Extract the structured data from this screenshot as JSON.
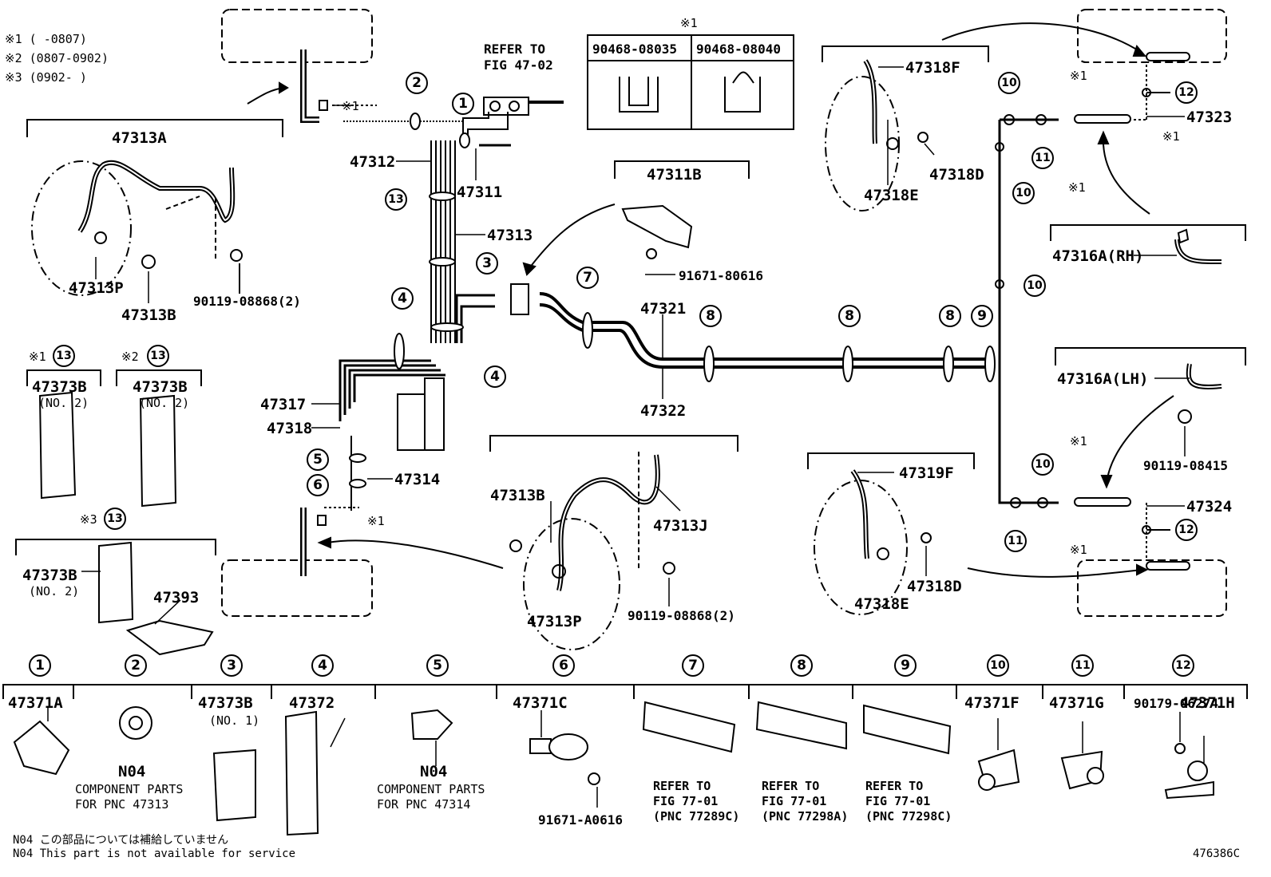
{
  "legend": {
    "note1": "※1 (      -0807)",
    "note2": "※2 (0807-0902)",
    "note3": "※3 (0902-      )"
  },
  "refer_fig": {
    "line1": "REFER TO",
    "line2": "FIG 47-02"
  },
  "clip_table": {
    "header_mark": "※1",
    "col1": "90468-08035",
    "col2": "90468-08040"
  },
  "parts": {
    "p47313A": "47313A",
    "p47313P_a": "47313P",
    "p47313B_a": "47313B",
    "p90119_a": "90119-08868(2)",
    "p47312": "47312",
    "p47311": "47311",
    "p47313": "47313",
    "p47311B": "47311B",
    "p91671_80616": "91671-80616",
    "p47321": "47321",
    "p47322": "47322",
    "p47317": "47317",
    "p47318": "47318",
    "p47314": "47314",
    "p47313B_b": "47313B",
    "p47313J": "47313J",
    "p47313P_b": "47313P",
    "p90119_b": "90119-08868(2)",
    "p47318F": "47318F",
    "p47318D_a": "47318D",
    "p47318E_a": "47318E",
    "p47323": "47323",
    "p47316A_RH": "47316A(RH)",
    "p47316A_LH": "47316A(LH)",
    "p90119_08415": "90119-08415",
    "p47324": "47324",
    "p47319F": "47319F",
    "p47318E_b": "47318E",
    "p47318D_b": "47318D",
    "p47393": "47393",
    "mark1": "※1"
  },
  "left_options": [
    {
      "mark": "※1",
      "num": "13",
      "part": "47373B",
      "sub": "(NO. 2)"
    },
    {
      "mark": "※2",
      "num": "13",
      "part": "47373B",
      "sub": "(NO. 2)"
    },
    {
      "mark": "※3",
      "num": "13",
      "part": "47373B",
      "sub": "(NO. 2)"
    }
  ],
  "bottom_parts": [
    {
      "num": "1",
      "part": "47371A",
      "sub": "",
      "note": ""
    },
    {
      "num": "2",
      "part": "",
      "sub": "N04",
      "note": "COMPONENT PARTS\nFOR PNC 47313"
    },
    {
      "num": "3",
      "part": "47373B",
      "sub": "(NO. 1)",
      "note": ""
    },
    {
      "num": "4",
      "part": "47372",
      "sub": "",
      "note": ""
    },
    {
      "num": "5",
      "part": "",
      "sub": "N04",
      "note": "COMPONENT PARTS\nFOR PNC 47314"
    },
    {
      "num": "6",
      "part": "47371C",
      "sub": "91671-A0616",
      "note": ""
    },
    {
      "num": "7",
      "part": "",
      "sub": "",
      "note": "REFER TO\nFIG 77-01\n(PNC 77289C)"
    },
    {
      "num": "8",
      "part": "",
      "sub": "",
      "note": "REFER TO\nFIG 77-01\n(PNC 77298A)"
    },
    {
      "num": "9",
      "part": "",
      "sub": "",
      "note": "REFER TO\nFIG 77-01\n(PNC 77298C)"
    },
    {
      "num": "10",
      "part": "47371F",
      "sub": "",
      "note": ""
    },
    {
      "num": "11",
      "part": "47371G",
      "sub": "",
      "note": ""
    },
    {
      "num": "12",
      "part": "47371H",
      "sub": "90179-06274",
      "note": ""
    }
  ],
  "footer": {
    "jp": "N04 この部品については補給していません",
    "en": "N04 This part is not available for service",
    "code": "476386C"
  }
}
